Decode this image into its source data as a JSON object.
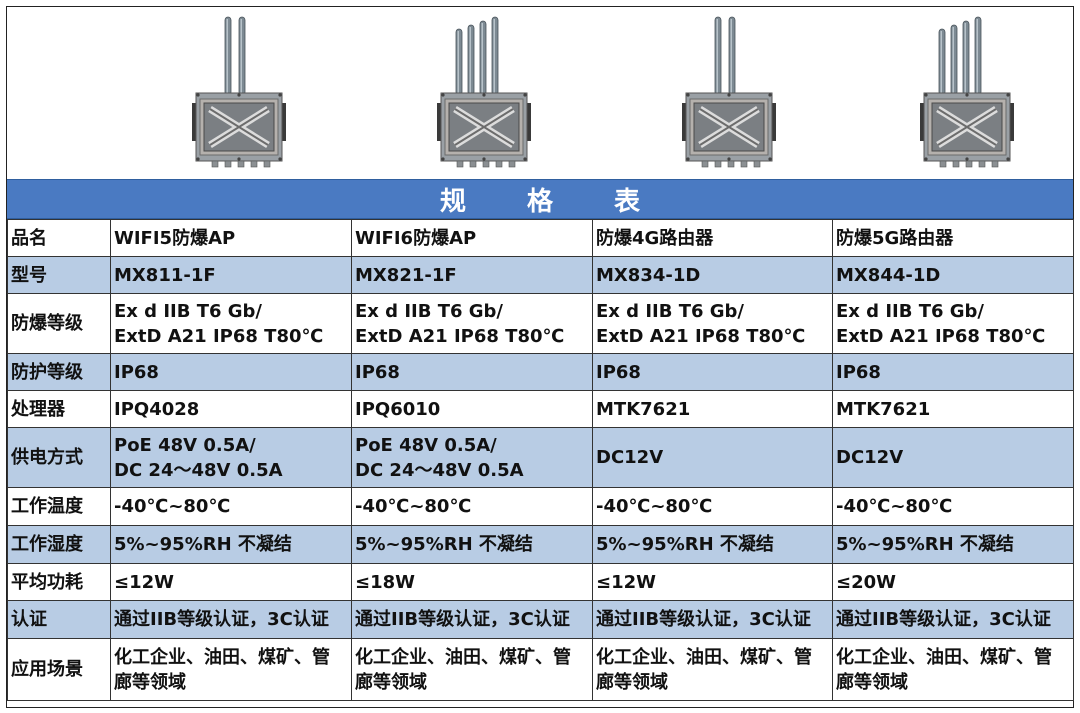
{
  "title": "规 格 表",
  "products": [
    {
      "antennas": 2
    },
    {
      "antennas": 4
    },
    {
      "antennas": 2
    },
    {
      "antennas": 4
    }
  ],
  "rows": [
    {
      "label": "品名",
      "cells": [
        [
          "WIFI5防爆AP"
        ],
        [
          "WIFI6防爆AP"
        ],
        [
          "防爆4G路由器"
        ],
        [
          "防爆5G路由器"
        ]
      ]
    },
    {
      "label": "型号",
      "cells": [
        [
          "MX811-1F"
        ],
        [
          "MX821-1F"
        ],
        [
          "MX834-1D"
        ],
        [
          "MX844-1D"
        ]
      ]
    },
    {
      "label": "防爆等级",
      "cells": [
        [
          "Ex d IIB T6 Gb/",
          "ExtD A21 IP68 T80℃"
        ],
        [
          "Ex d IIB T6 Gb/",
          "ExtD A21 IP68 T80℃"
        ],
        [
          "Ex d IIB T6 Gb/",
          "ExtD A21 IP68 T80℃"
        ],
        [
          "Ex d IIB T6 Gb/",
          "ExtD A21 IP68 T80℃"
        ]
      ]
    },
    {
      "label": "防护等级",
      "cells": [
        [
          "IP68"
        ],
        [
          "IP68"
        ],
        [
          "IP68"
        ],
        [
          "IP68"
        ]
      ]
    },
    {
      "label": "处理器",
      "cells": [
        [
          "IPQ4028"
        ],
        [
          "IPQ6010"
        ],
        [
          "MTK7621"
        ],
        [
          "MTK7621"
        ]
      ]
    },
    {
      "label": "供电方式",
      "cells": [
        [
          "PoE 48V 0.5A/",
          "DC 24～48V 0.5A"
        ],
        [
          "PoE 48V 0.5A/",
          "DC 24～48V 0.5A"
        ],
        [
          "DC12V"
        ],
        [
          "DC12V"
        ]
      ]
    },
    {
      "label": "工作温度",
      "cells": [
        [
          "-40℃~80℃"
        ],
        [
          "-40℃~80℃"
        ],
        [
          "-40℃~80℃"
        ],
        [
          "-40℃~80℃"
        ]
      ]
    },
    {
      "label": "工作湿度",
      "cells": [
        [
          "5%~95%RH 不凝结"
        ],
        [
          "5%~95%RH 不凝结"
        ],
        [
          "5%~95%RH 不凝结"
        ],
        [
          "5%~95%RH 不凝结"
        ]
      ]
    },
    {
      "label": "平均功耗",
      "cells": [
        [
          "≤12W"
        ],
        [
          "≤18W"
        ],
        [
          "≤12W"
        ],
        [
          "≤20W"
        ]
      ]
    },
    {
      "label": "认证",
      "cells": [
        [
          "通过IIB等级认证，3C认证"
        ],
        [
          "通过IIB等级认证，3C认证"
        ],
        [
          "通过IIB等级认证，3C认证"
        ],
        [
          "通过IIB等级认证，3C认证"
        ]
      ]
    },
    {
      "label": "应用场景",
      "cells": [
        [
          "化工企业、油田、煤矿、管",
          "廊等领域"
        ],
        [
          "化工企业、油田、煤矿、管",
          "廊等领域"
        ],
        [
          "化工企业、油田、煤矿、管",
          "廊等领域"
        ],
        [
          "化工企业、油田、煤矿、管",
          "廊等领域"
        ]
      ]
    }
  ]
}
